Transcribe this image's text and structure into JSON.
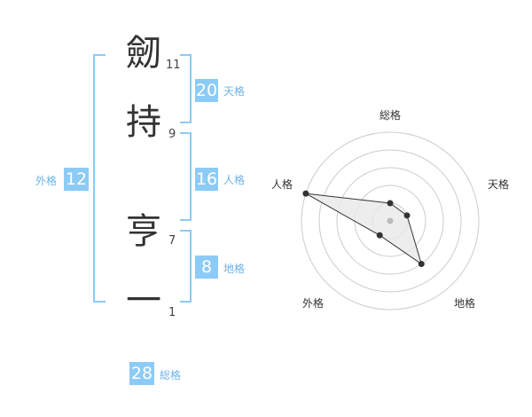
{
  "name": {
    "chars": [
      {
        "char": "劒",
        "strokes": "11"
      },
      {
        "char": "持",
        "strokes": "9"
      },
      {
        "char": "亨",
        "strokes": "7"
      },
      {
        "char": "一",
        "strokes": "1"
      }
    ]
  },
  "fortune": {
    "tenkaku": {
      "value": "20",
      "label": "天格"
    },
    "jinkaku": {
      "value": "16",
      "label": "人格"
    },
    "chikaku": {
      "value": "8",
      "label": "地格"
    },
    "gaikaku": {
      "value": "12",
      "label": "外格"
    },
    "soukaku": {
      "value": "28",
      "label": "総格"
    }
  },
  "radar": {
    "axes": [
      "総格",
      "天格",
      "地格",
      "外格",
      "人格"
    ],
    "values": [
      1,
      1,
      3,
      1,
      5
    ],
    "max": 5,
    "rings": 5,
    "colors": {
      "grid": "#cccccc",
      "fill": "#e8e8e8",
      "line": "#333333",
      "point": "#333333",
      "center": "#bbbbbb"
    }
  }
}
